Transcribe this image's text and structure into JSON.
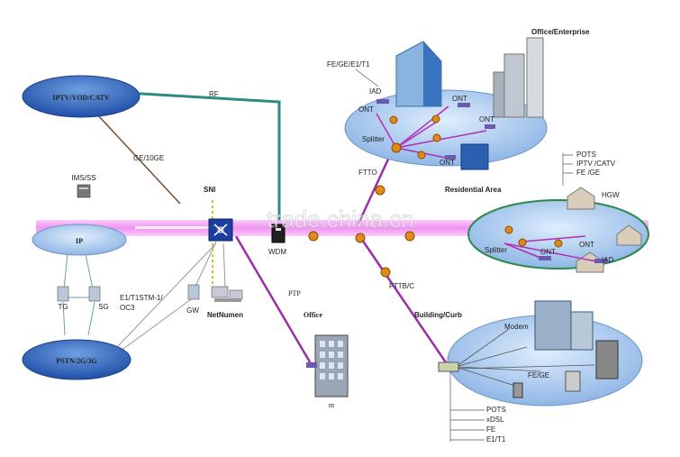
{
  "clouds": {
    "iptv": "IPTV/VOD/CATV",
    "ip": "IP",
    "pstn": "PSTN/2G/3G"
  },
  "links": {
    "rf": "RF",
    "ge": "GE/10GE",
    "e1": "E1/T1STM-1/",
    "oc3": "OC3",
    "ftto": "FTTO",
    "fttb": "FTTB/C",
    "ptp": "PTP"
  },
  "nodes": {
    "ims": "IMS/SS",
    "sni": "SNI",
    "tg": "TG",
    "sg": "SG",
    "gw": "GW",
    "netnumen": "NetNumen",
    "wdm": "WDM",
    "office": "Office",
    "office_enterprise": "Office/Enterprise",
    "residential": "Residential Area",
    "building": "Building/Curb",
    "fe_ge_e1": "FE/GE/E1/T1",
    "iad_top": "IAD",
    "ont_a": "ONT",
    "ont_b": "ONT",
    "ont_c": "ONT",
    "ont_d": "ONT",
    "ont_res1": "ONT",
    "ont_res2": "ONT",
    "iad_res": "IAD",
    "splitter_top": "Splitter",
    "splitter_res": "Splitter",
    "hgw": "HGW",
    "modem": "Modem",
    "fege": "FE/GE",
    "m_mark": "m"
  },
  "residential_services": [
    "POTS",
    "IPTV /CATV",
    "FE /GE"
  ],
  "building_services": [
    "POTS",
    "xDSL",
    "FE",
    "E1/T1"
  ],
  "watermark": "trade.china.cn",
  "colors": {
    "cloud_blue": "#8fb6e6",
    "fiber_magenta": "#ee88ee",
    "link_purple": "#9a2fa8",
    "rf_teal": "#2f8a7f",
    "title_red": "#c0392b",
    "netnumen_blue": "#2b47b8"
  }
}
